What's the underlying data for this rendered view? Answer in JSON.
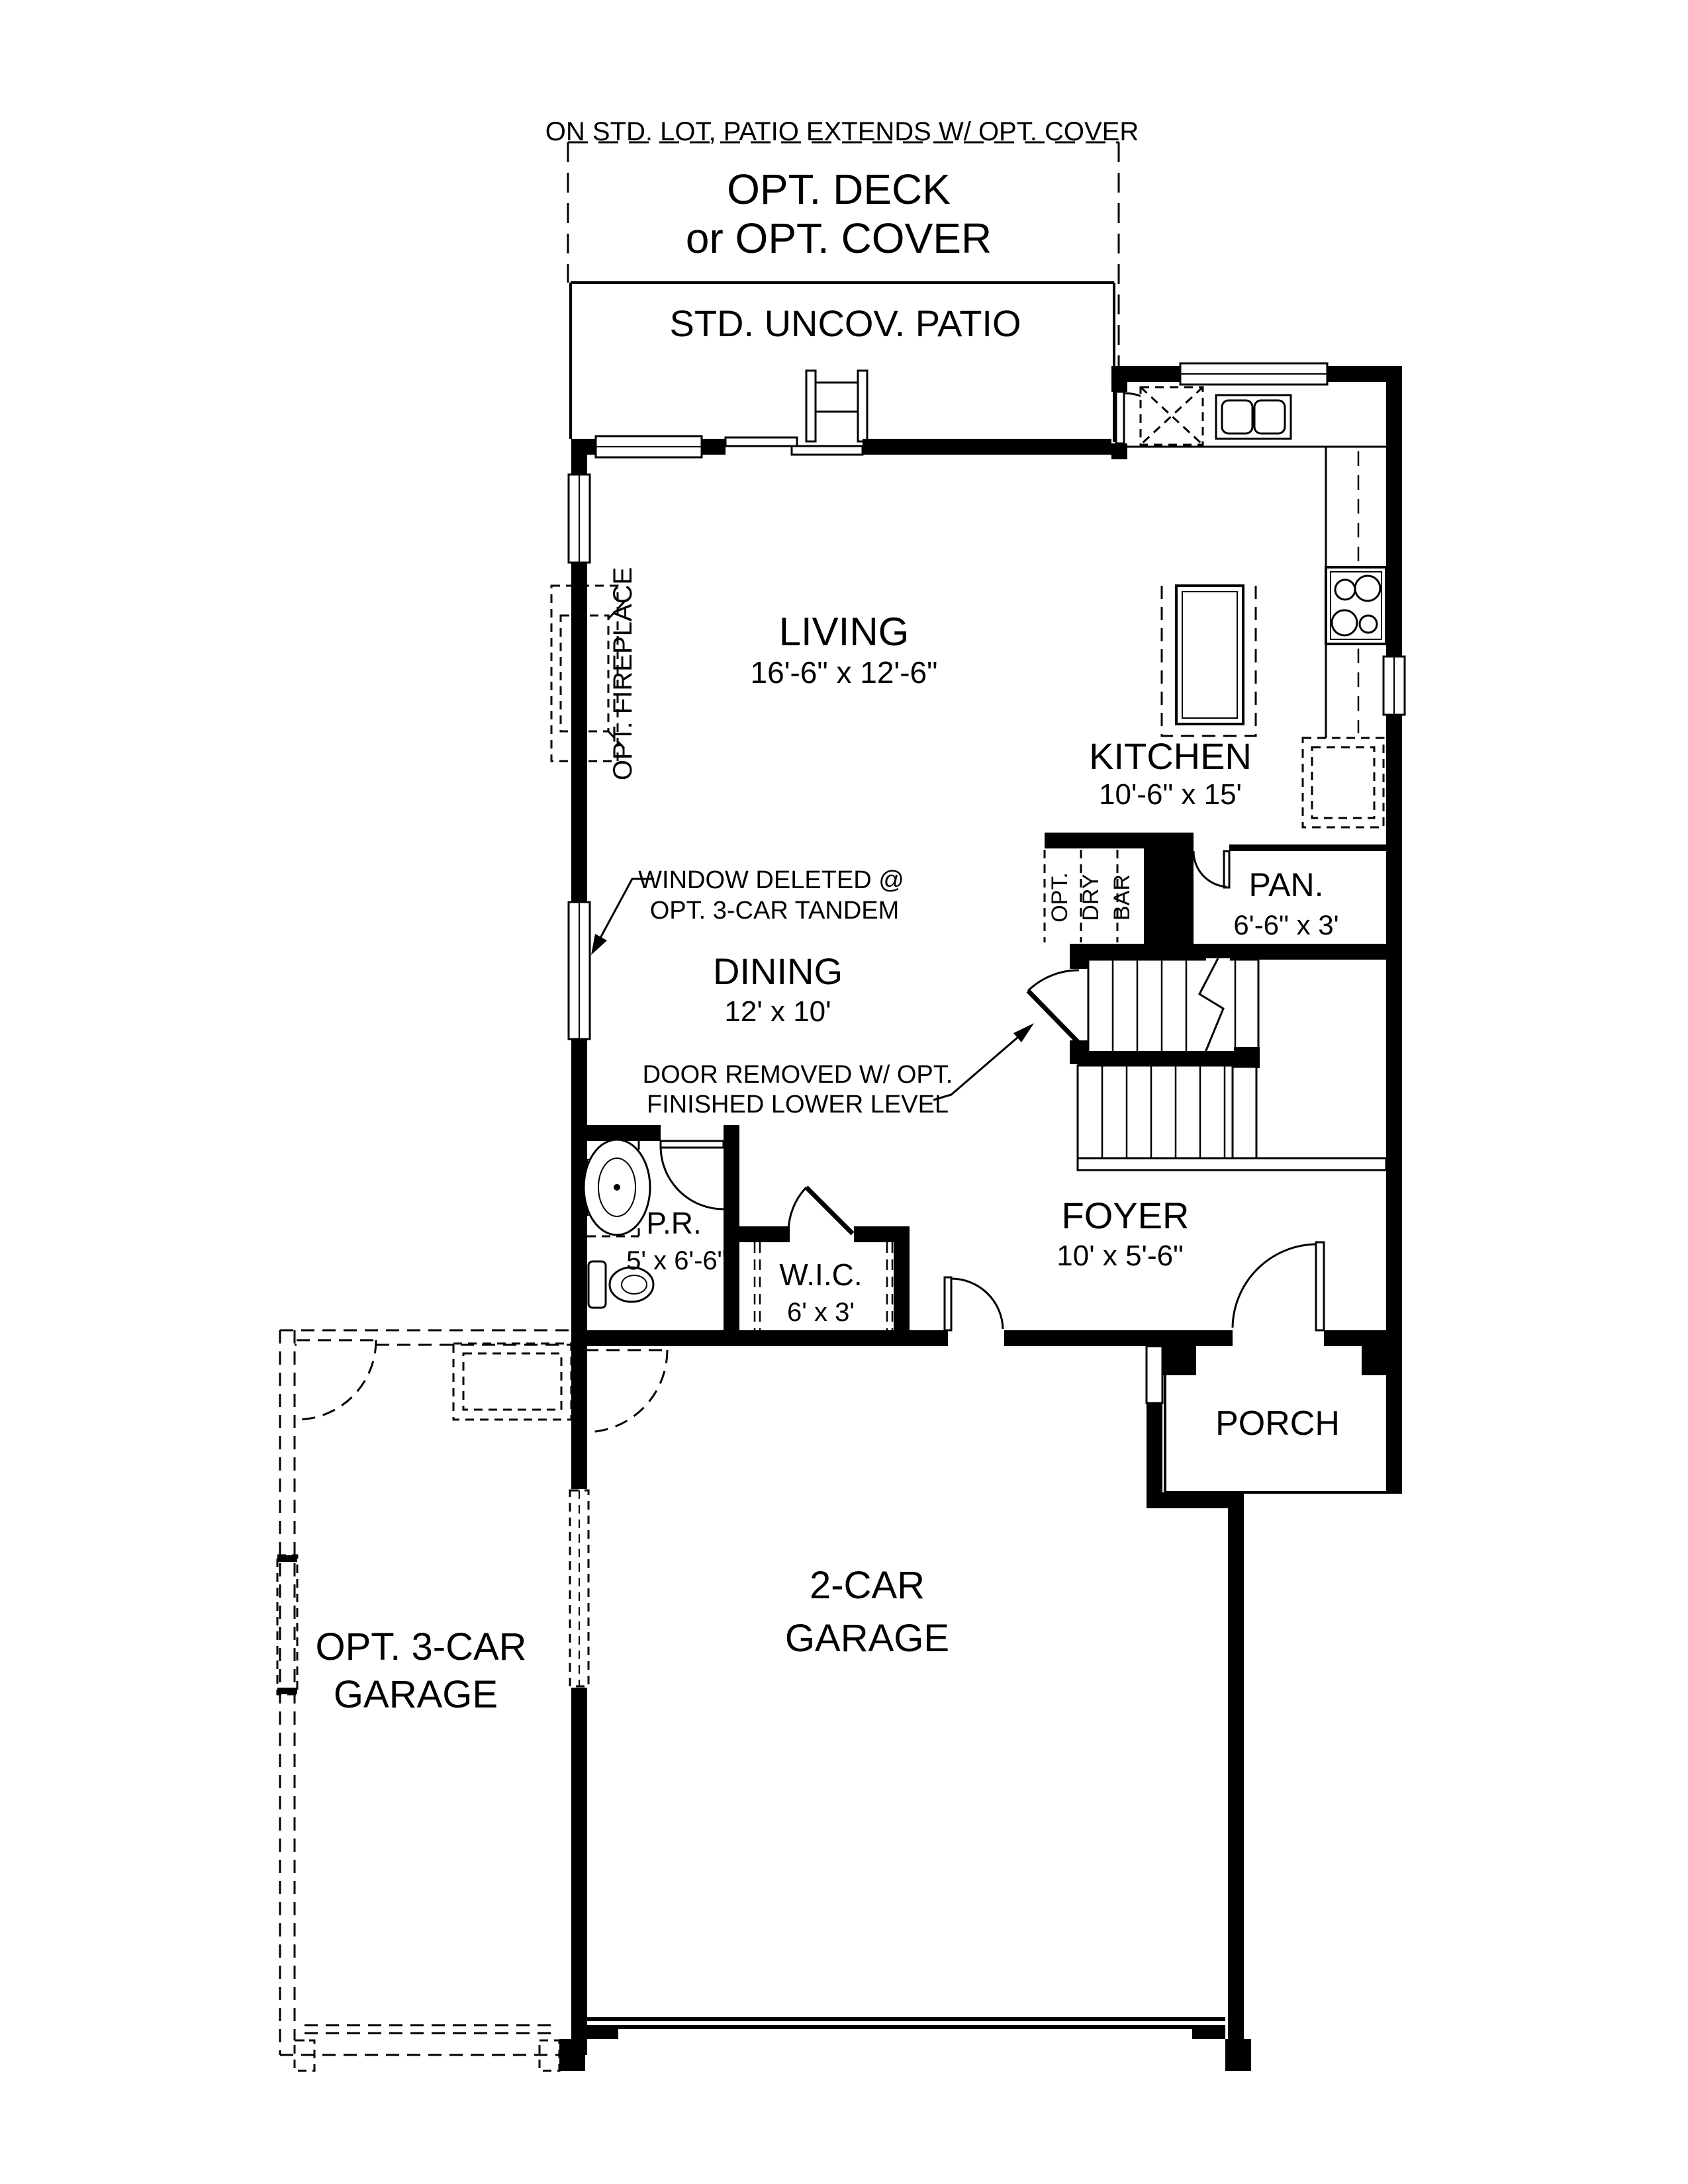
{
  "colors": {
    "ink": "#000000",
    "paper": "#ffffff"
  },
  "annotations": {
    "patio_note": "ON STD. LOT, PATIO EXTENDS W/ OPT. COVER",
    "deck_line1": "OPT. DECK",
    "deck_line2": "or OPT. COVER",
    "patio_label": "STD. UNCOV. PATIO",
    "window_deleted_1": "WINDOW DELETED @",
    "window_deleted_2": "OPT. 3-CAR TANDEM",
    "door_removed_1": "DOOR REMOVED W/ OPT.",
    "door_removed_2": "FINISHED LOWER LEVEL",
    "opt_fireplace": "OPT. FIREPLACE",
    "dry_bar_1": "OPT.",
    "dry_bar_2": "DRY",
    "dry_bar_3": "BAR"
  },
  "rooms": {
    "living": {
      "name": "LIVING",
      "dims": "16'-6\" x 12'-6\""
    },
    "kitchen": {
      "name": "KITCHEN",
      "dims": "10'-6\" x 15'"
    },
    "dining": {
      "name": "DINING",
      "dims": "12' x 10'"
    },
    "pantry": {
      "name": "PAN.",
      "dims": "6'-6\" x 3'"
    },
    "foyer": {
      "name": "FOYER",
      "dims": "10' x 5'-6\""
    },
    "powder": {
      "name": "P.R.",
      "dims": "5' x 6'-6\""
    },
    "wic": {
      "name": "W.I.C.",
      "dims": "6' x 3'"
    },
    "porch": {
      "name": "PORCH"
    },
    "garage": {
      "name_line1": "2-CAR",
      "name_line2": "GARAGE"
    },
    "opt_garage": {
      "name_line1": "OPT. 3-CAR",
      "name_line2": "GARAGE"
    }
  }
}
